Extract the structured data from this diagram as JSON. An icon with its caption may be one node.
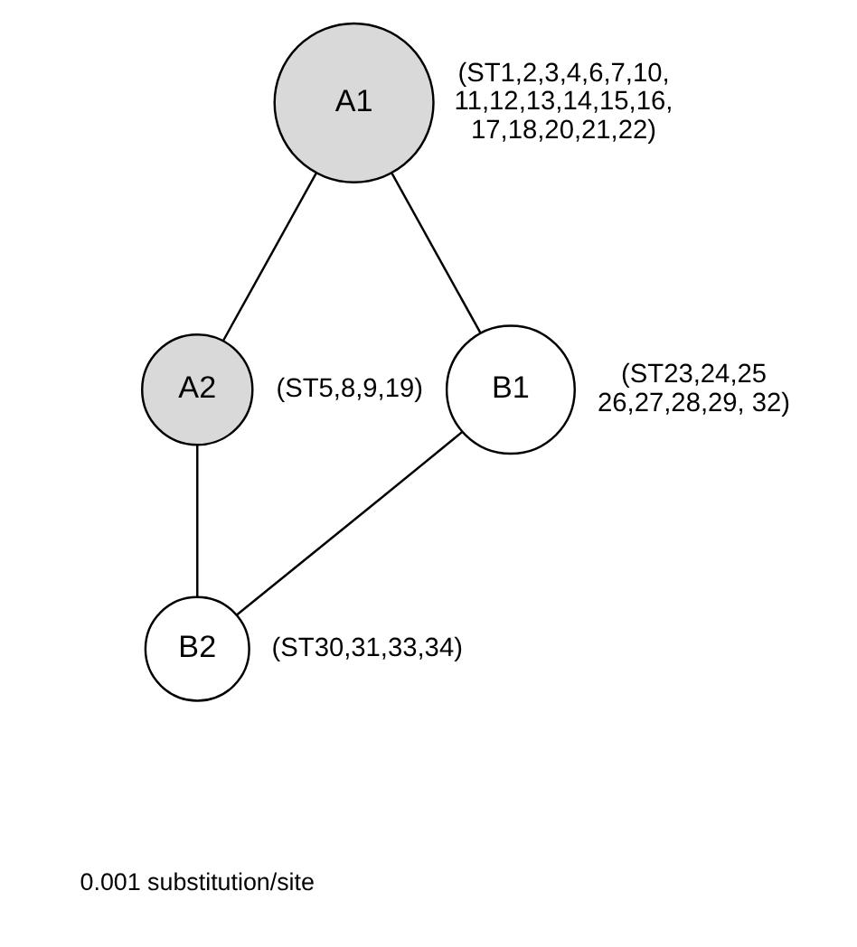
{
  "diagram": {
    "nodes": [
      {
        "text": [
          "A1"
        ],
        "beside": [
          "(ST1,2,3,4,6,7,10, 11,12,13,14,15,16, 17,18,20,21,22)"
        ]
      },
      {
        "text": [
          "A2"
        ],
        "beside": [
          "(ST5,8,9,19)"
        ]
      },
      {
        "text": [
          "B1"
        ],
        "beside": [
          "(ST23,24,25 26,27,28,29, 32)"
        ]
      },
      {
        "text": [
          "B2"
        ],
        "beside": [
          "(ST30,31,33,34)"
        ]
      }
    ],
    "edges": [
      {
        "from": 0,
        "to": 1,
        "arrow": "none"
      },
      {
        "from": 0,
        "to": 2,
        "arrow": "none"
      },
      {
        "from": 1,
        "to": 3,
        "arrow": "none"
      },
      {
        "from": 3,
        "to": 2,
        "arrow": "none"
      }
    ],
    "labels": [
      "0.001 substitution/site"
    ]
  }
}
